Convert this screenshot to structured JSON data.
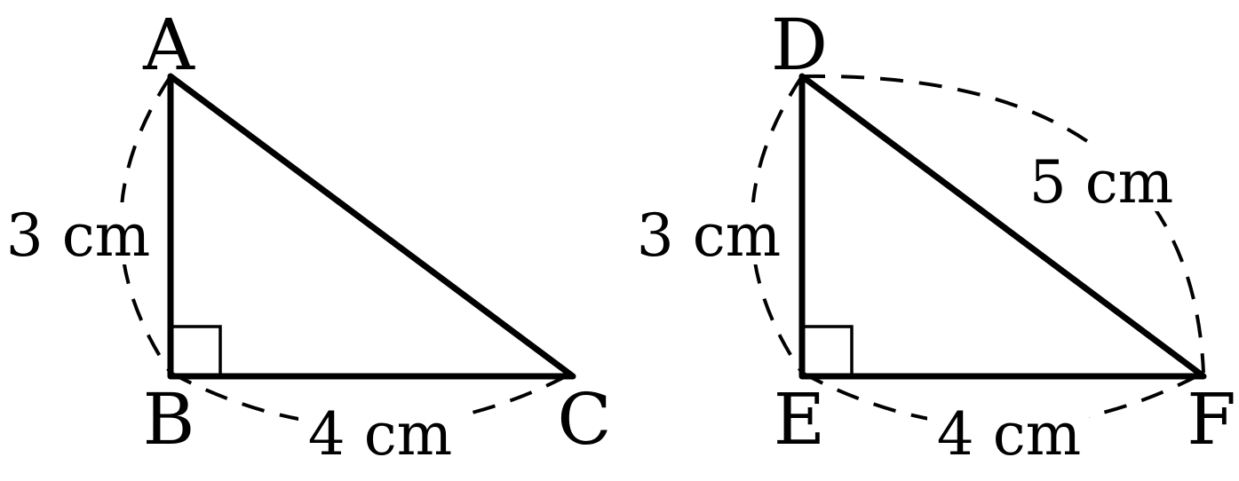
{
  "figures": [
    {
      "id": "abc",
      "vertices": {
        "top": "A",
        "corner": "B",
        "far": "C"
      },
      "measurements": {
        "vertical": "3 cm",
        "horizontal": "4 cm"
      }
    },
    {
      "id": "def",
      "vertices": {
        "top": "D",
        "corner": "E",
        "far": "F"
      },
      "measurements": {
        "vertical": "3 cm",
        "horizontal": "4 cm",
        "hypotenuse": "5 cm"
      }
    }
  ]
}
